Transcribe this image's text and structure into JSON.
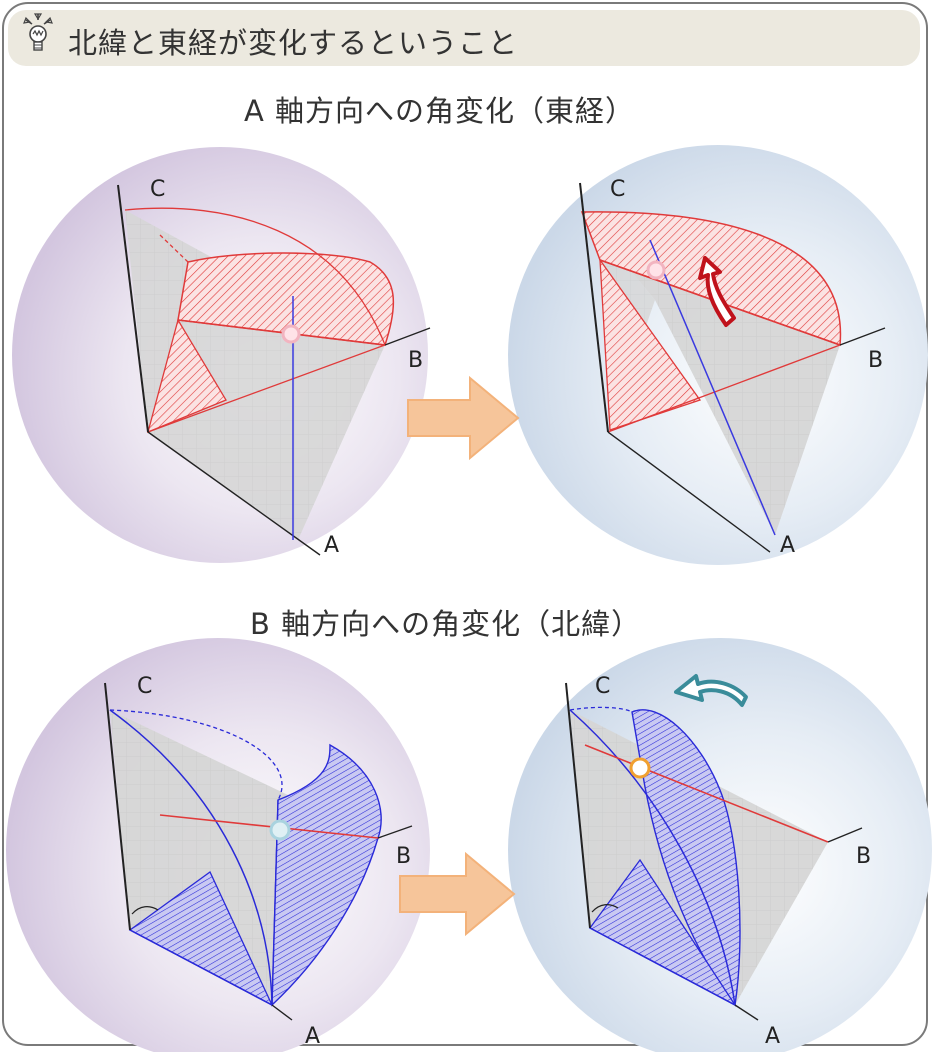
{
  "header": {
    "title": "北緯と東経が変化するということ",
    "icon": "lightbulb-idea-icon"
  },
  "sections": [
    {
      "title": "A 軸方向への角変化（東経）",
      "axis_labels": [
        "C",
        "B",
        "A"
      ],
      "highlight_color": "#e03a3a",
      "arrow_color": "#c0121b"
    },
    {
      "title": "B 軸方向への角変化（北緯）",
      "axis_labels": [
        "C",
        "B",
        "A"
      ],
      "highlight_color": "#2a2ad8",
      "arrow_color": "#3a8c9a"
    }
  ],
  "transition_arrow_color": "#f6c59a",
  "sphere_left_color": "#ddd3e6",
  "sphere_right_color": "#d8e2ee"
}
